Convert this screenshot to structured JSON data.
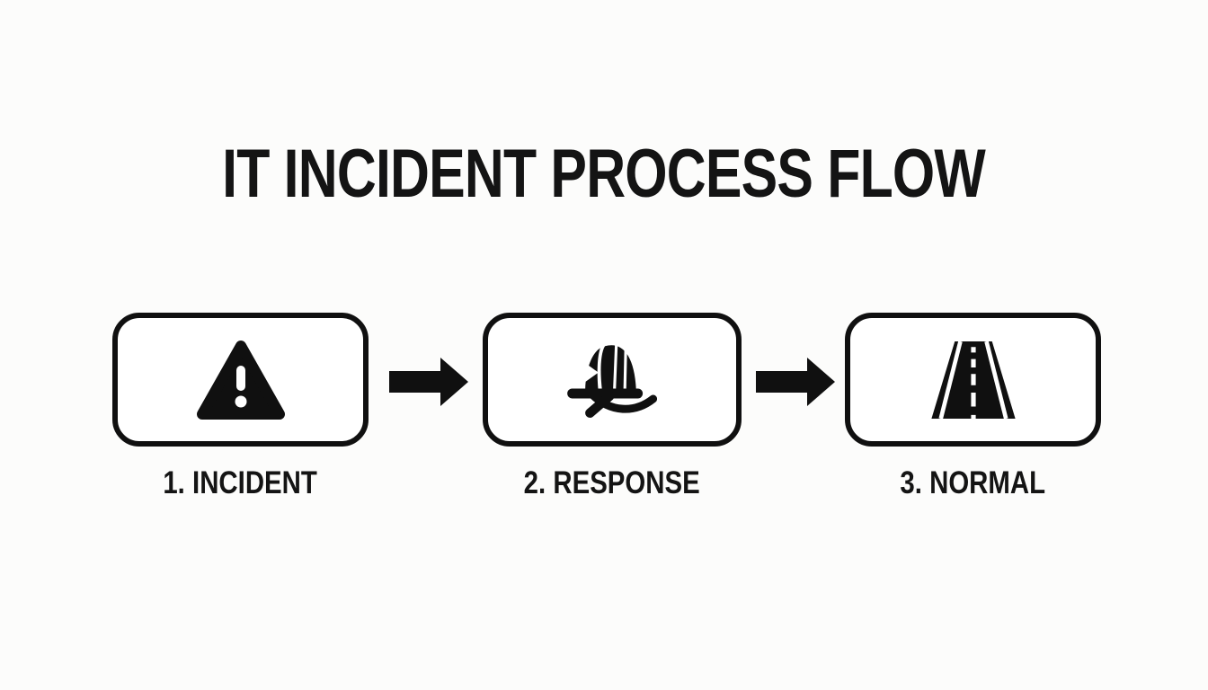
{
  "title": "IT INCIDENT PROCESS FLOW",
  "diagram": {
    "steps": [
      {
        "label": "1. INCIDENT",
        "icon": "warning-triangle-icon"
      },
      {
        "label": "2. RESPONSE",
        "icon": "firefighter-helmet-icon"
      },
      {
        "label": "3. NORMAL",
        "icon": "road-icon"
      }
    ],
    "connector_icon": "arrow-right-icon",
    "connector_count": 2
  },
  "colors": {
    "background": "#fcfcfb",
    "ink": "#101010",
    "box_fill": "#ffffff"
  }
}
